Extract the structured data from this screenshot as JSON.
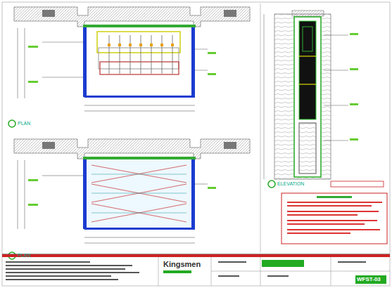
{
  "diagram": {
    "labels": [
      "PLAN",
      "PLAN",
      "ELEVATION",
      "Kingsmen",
      "WFST-03"
    ]
  }
}
